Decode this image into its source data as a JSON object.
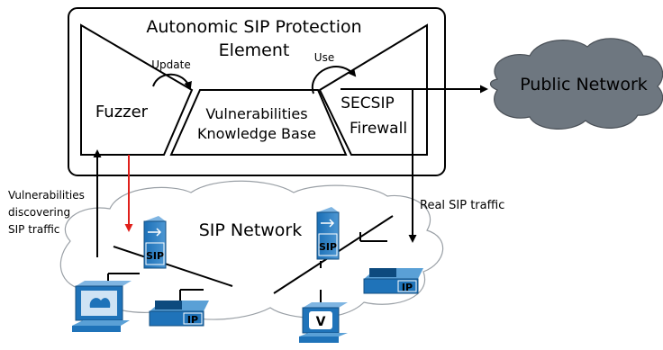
{
  "element_box": {
    "title_line1": "Autonomic SIP Protection",
    "title_line2": "Element"
  },
  "fuzzer": {
    "label": "Fuzzer"
  },
  "knowledge_base": {
    "line1": "Vulnerabilities",
    "line2": "Knowledge Base"
  },
  "firewall": {
    "line1": "SECSIP",
    "line2": "Firewall"
  },
  "arrows": {
    "update": "Update",
    "use": "Use"
  },
  "public_network": {
    "label": "Public Network"
  },
  "sip_network": {
    "label": "SIP Network"
  },
  "annotations": {
    "discovering_line1": "Vulnerabilities",
    "discovering_line2": "discovering",
    "discovering_line3": "SIP traffic",
    "real_traffic": "Real SIP traffic"
  },
  "devices": {
    "sip_badge": "SIP",
    "ip_badge": "IP",
    "v_badge": "V"
  },
  "colors": {
    "cloud_fill": "#6e7780",
    "sip_cloud_fill": "#ffffff",
    "device_blue": "#1f73b9",
    "device_light": "#5aa0d6",
    "red_arrow": "#e0201b"
  }
}
